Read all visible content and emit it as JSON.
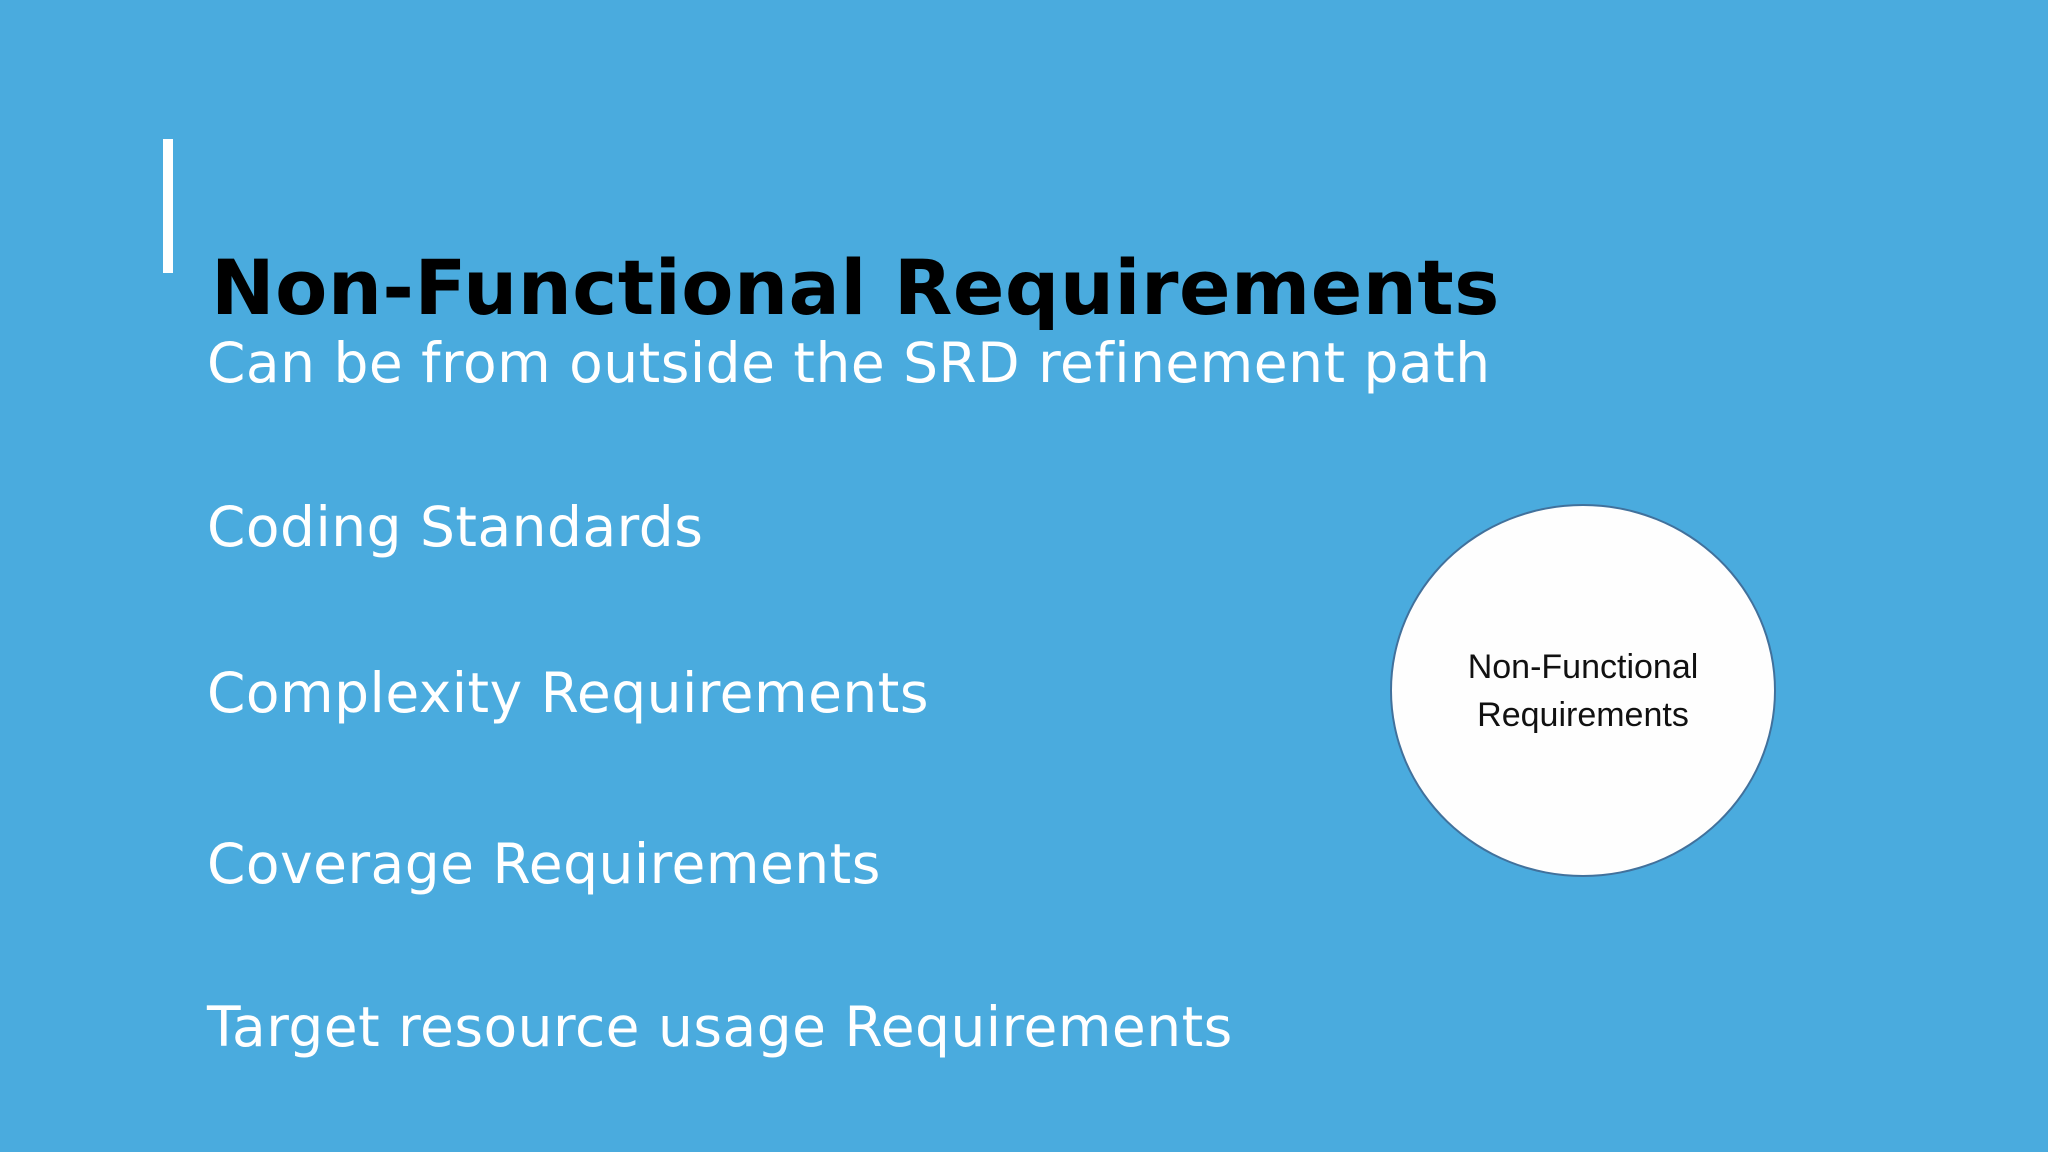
{
  "slide": {
    "title": "Non-Functional Requirements",
    "bullets": [
      "Can be from outside the SRD refinement path",
      "Coding Standards",
      "Complexity Requirements",
      "Coverage Requirements",
      "Target resource usage Requirements"
    ],
    "circle": {
      "label_line1": "Non-Functional",
      "label_line2": "Requirements"
    },
    "colors": {
      "background": "#4AABDE",
      "accent_bar": "#FFFFFF",
      "title_text": "#000000",
      "body_text": "#FFFFFF",
      "circle_fill": "#FEFEFE",
      "circle_border": "#41719C",
      "circle_text": "#111111"
    }
  }
}
